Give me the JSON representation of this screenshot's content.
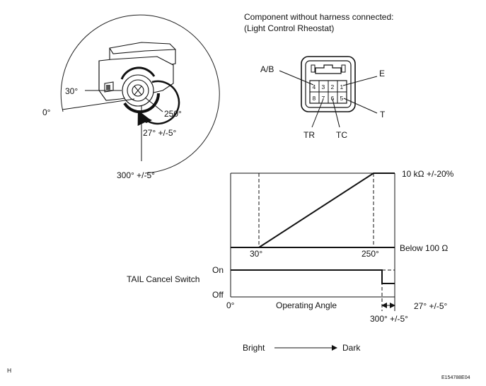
{
  "header": {
    "line1": "Component without harness connected:",
    "line2": "(Light Control Rheostat)"
  },
  "rotation": {
    "zero": "0°",
    "thirty": "30°",
    "two_fifty": "250°",
    "tolerance": "27° +/-5°",
    "three_hundred": "300° +/-5°"
  },
  "connector": {
    "pins_top": [
      "4",
      "3",
      "2",
      "1"
    ],
    "pins_bottom": [
      "8",
      "7",
      "6",
      "5"
    ],
    "labels": {
      "ab": "A/B",
      "e": "E",
      "t": "T",
      "tr": "TR",
      "tc": "TC"
    }
  },
  "graph": {
    "resistance_high": "10 kΩ +/-20%",
    "resistance_low": "Below 100 Ω",
    "tick_30": "30°",
    "tick_250": "250°",
    "switch_label": "TAIL Cancel Switch",
    "on": "On",
    "off": "Off",
    "axis_zero": "0°",
    "axis_label": "Operating Angle",
    "tolerance_right": "27° +/-5°",
    "tick_300": "300° +/-5°"
  },
  "direction": {
    "bright": "Bright",
    "dark": "Dark"
  },
  "footer": {
    "left": "H",
    "right": "E154788E04"
  }
}
